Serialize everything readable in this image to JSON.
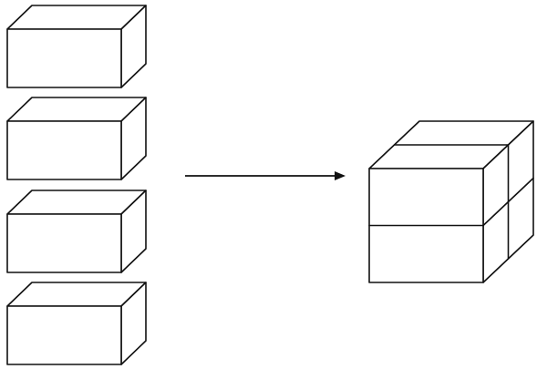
{
  "diagram": {
    "left_group": {
      "item_count": 4,
      "item_kind": "rectangular block"
    },
    "connector": {
      "kind": "arrow",
      "direction": "right"
    },
    "right_group": {
      "kind": "stacked assembly",
      "rows": 2,
      "columns": 2
    },
    "colors": {
      "stroke": "#111111",
      "fill": "#ffffff",
      "background": "#ffffff"
    }
  }
}
